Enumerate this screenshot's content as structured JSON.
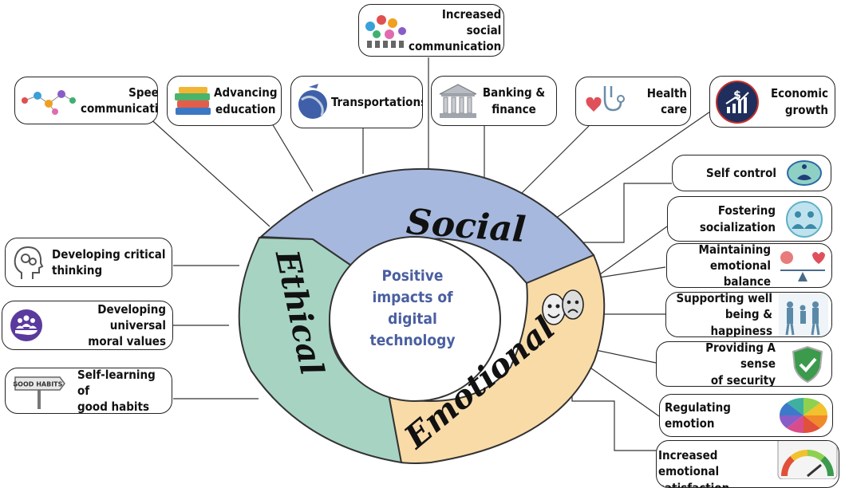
{
  "center": {
    "line1": "Positive",
    "line2": "impacts of",
    "line3": "digital",
    "line4": "technology"
  },
  "segments": {
    "social": "Social",
    "ethical": "Ethical",
    "emotional": "Emotional"
  },
  "colors": {
    "social": "#a6b8dd",
    "ethical": "#a7d3c3",
    "emotional": "#f9dba8",
    "center_text": "#4a5fa0"
  },
  "social_items": [
    {
      "line1": "Speedy",
      "line2": "communication",
      "icon": "network-icon"
    },
    {
      "line1": "Advancing",
      "line2": "education",
      "icon": "books-icon"
    },
    {
      "line1": "Transportations",
      "icon": "globe-transport-icon"
    },
    {
      "line1": "Increased social",
      "line2": "communication",
      "icon": "people-network-icon"
    },
    {
      "line1": "Banking &",
      "line2": "finance",
      "icon": "bank-icon"
    },
    {
      "line1": "Health care",
      "icon": "stethoscope-heart-icon"
    },
    {
      "line1": "Economic",
      "line2": "growth",
      "icon": "dollar-growth-icon"
    }
  ],
  "ethical_items": [
    {
      "line1": "Developing critical",
      "line2": "thinking",
      "icon": "head-gears-icon"
    },
    {
      "line1": "Developing universal",
      "line2": "moral values",
      "icon": "people-hand-icon"
    },
    {
      "line1": "Self-learning of",
      "line2": "good habits",
      "icon": "sign-icon",
      "sign_text": "GOOD HABITS"
    }
  ],
  "emotional_items": [
    {
      "line1": "Self control",
      "icon": "meditation-icon"
    },
    {
      "line1": "Fostering",
      "line2": "socialization",
      "icon": "friends-icon"
    },
    {
      "line1": "Maintaining",
      "line2": "emotional balance",
      "icon": "balance-icon"
    },
    {
      "line1": "Supporting well",
      "line2": "being & happiness",
      "icon": "family-icon"
    },
    {
      "line1": "Providing A sense",
      "line2": "of security",
      "icon": "shield-check-icon"
    },
    {
      "line1": "Regulating emotion",
      "icon": "emotion-wheel-icon"
    },
    {
      "line1": "Increased emotional",
      "line2": "satisfaction",
      "icon": "gauge-icon"
    }
  ]
}
